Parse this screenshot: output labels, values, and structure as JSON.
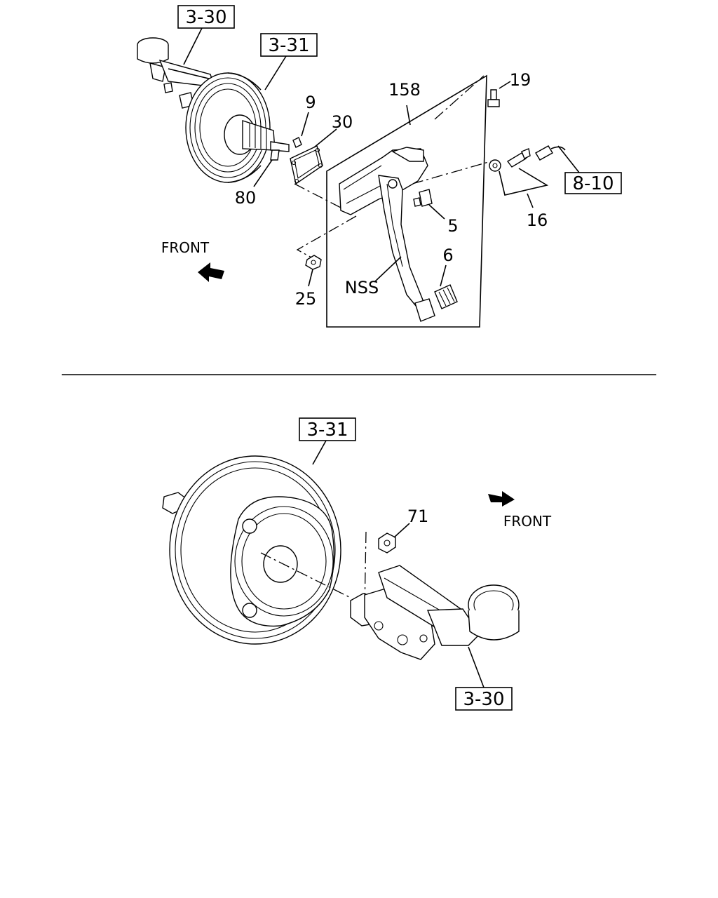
{
  "top_view": {
    "ref_boxes": [
      "3-30",
      "3-31",
      "8-10"
    ],
    "part_numbers": [
      "158",
      "19",
      "9",
      "30",
      "80",
      "5",
      "16",
      "6",
      "25"
    ],
    "nss_label": "NSS",
    "front_label": "FRONT"
  },
  "bottom_view": {
    "ref_boxes": [
      "3-31",
      "3-30"
    ],
    "part_numbers": [
      "71"
    ],
    "front_label": "FRONT"
  }
}
